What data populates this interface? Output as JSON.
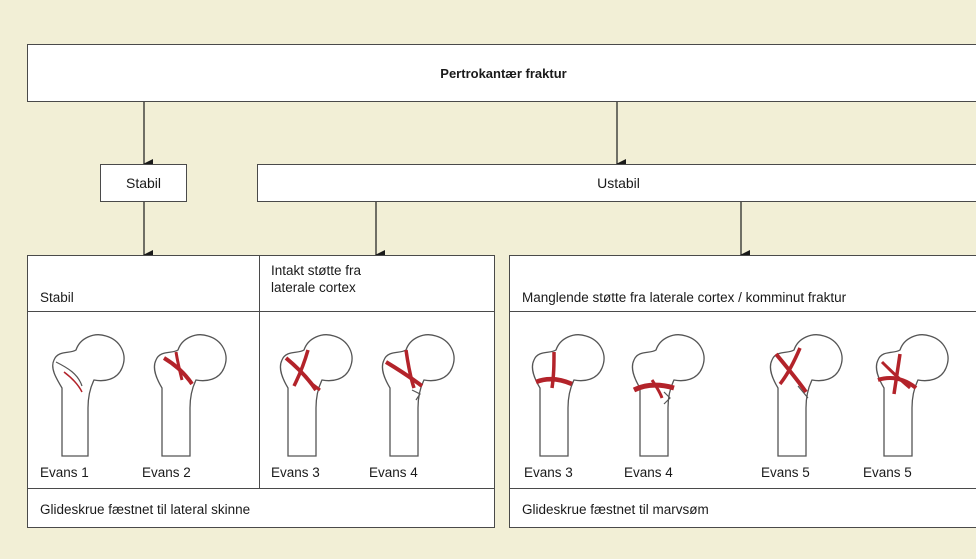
{
  "title": "Pertrokantær fraktur",
  "stabil": "Stabil",
  "ustabil": "Ustabil",
  "left_panel": {
    "col1_header": "Stabil",
    "col2_header_line1": "Intakt støtte fra",
    "col2_header_line2": "laterale cortex",
    "bones": [
      "Evans 1",
      "Evans 2",
      "Evans 3",
      "Evans 4"
    ],
    "footer": "Glideskrue fæstnet til lateral skinne"
  },
  "right_panel": {
    "header": "Manglende støtte fra laterale cortex / komminut fraktur",
    "bones": [
      "Evans 3",
      "Evans 4",
      "Evans 5",
      "Evans 5"
    ],
    "footer": "Glideskrue fæstnet til marvsøm"
  },
  "colors": {
    "background": "#f2efd6",
    "fracture": "#b3232a",
    "box_border": "#4a4a4a"
  }
}
